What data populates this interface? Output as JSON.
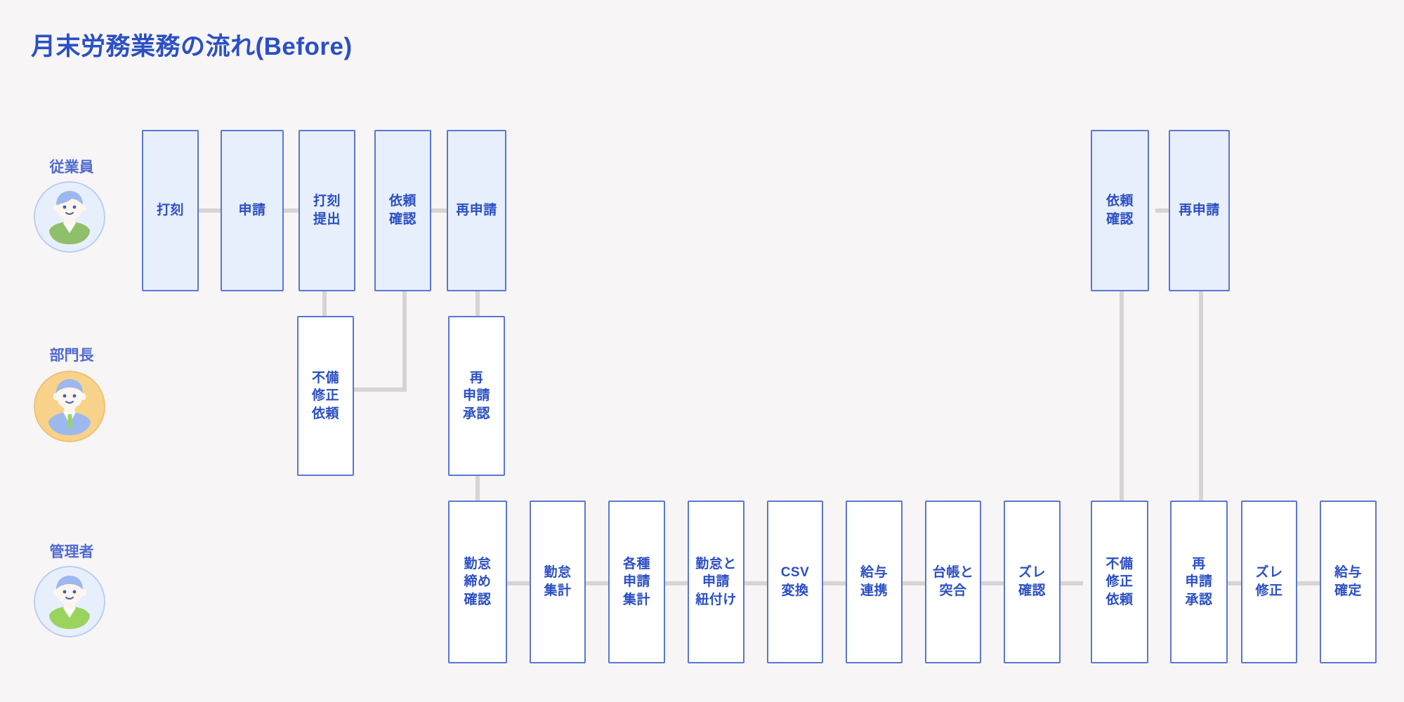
{
  "page": {
    "title": "月末労務業務の流れ(Before)",
    "background_color": "#f7f5f6",
    "accent_color": "#2b4fc4",
    "border_color": "#5a77d4",
    "tint_fill": "#e7effc",
    "plain_fill": "#ffffff",
    "connector_color": "#d8d4d4"
  },
  "lanes": [
    {
      "id": "employee",
      "label": "従業員",
      "avatar_icon": "employee-avatar-icon",
      "avatar_ring_color": "#c7d8f7",
      "avatar_bg_color": "#e7effc"
    },
    {
      "id": "manager",
      "label": "部門長",
      "avatar_icon": "manager-avatar-icon",
      "avatar_ring_color": "#f5cf84",
      "avatar_bg_color": "#f7d28a"
    },
    {
      "id": "admin",
      "label": "管理者",
      "avatar_icon": "admin-avatar-icon",
      "avatar_ring_color": "#c7d8f7",
      "avatar_bg_color": "#e7effc"
    }
  ],
  "nodes": {
    "employee_row": [
      {
        "id": "e1",
        "label": "打刻",
        "fill": "tint"
      },
      {
        "id": "e2",
        "label": "申請",
        "fill": "tint"
      },
      {
        "id": "e3",
        "label": "打刻\n提出",
        "fill": "tint"
      },
      {
        "id": "e4",
        "label": "依頼\n確認",
        "fill": "tint"
      },
      {
        "id": "e5",
        "label": "再申請",
        "fill": "tint"
      },
      {
        "id": "e6",
        "label": "依頼\n確認",
        "fill": "tint"
      },
      {
        "id": "e7",
        "label": "再申請",
        "fill": "tint"
      }
    ],
    "manager_row": [
      {
        "id": "m1",
        "label": "不備\n修正\n依頼",
        "fill": "plain"
      },
      {
        "id": "m2",
        "label": "再\n申請\n承認",
        "fill": "plain"
      }
    ],
    "admin_row": [
      {
        "id": "a1",
        "label": "勤怠\n締め\n確認",
        "fill": "plain"
      },
      {
        "id": "a2",
        "label": "勤怠\n集計",
        "fill": "plain"
      },
      {
        "id": "a3",
        "label": "各種\n申請\n集計",
        "fill": "plain"
      },
      {
        "id": "a4",
        "label": "勤怠と\n申請\n紐付け",
        "fill": "plain"
      },
      {
        "id": "a5",
        "label": "CSV\n変換",
        "fill": "plain"
      },
      {
        "id": "a6",
        "label": "給与\n連携",
        "fill": "plain"
      },
      {
        "id": "a7",
        "label": "台帳と\n突合",
        "fill": "plain"
      },
      {
        "id": "a8",
        "label": "ズレ\n確認",
        "fill": "plain"
      },
      {
        "id": "a9",
        "label": "不備\n修正\n依頼",
        "fill": "plain"
      },
      {
        "id": "a10",
        "label": "再\n申請\n承認",
        "fill": "plain"
      },
      {
        "id": "a11",
        "label": "ズレ\n修正",
        "fill": "plain"
      },
      {
        "id": "a12",
        "label": "給与\n確定",
        "fill": "plain"
      }
    ]
  }
}
